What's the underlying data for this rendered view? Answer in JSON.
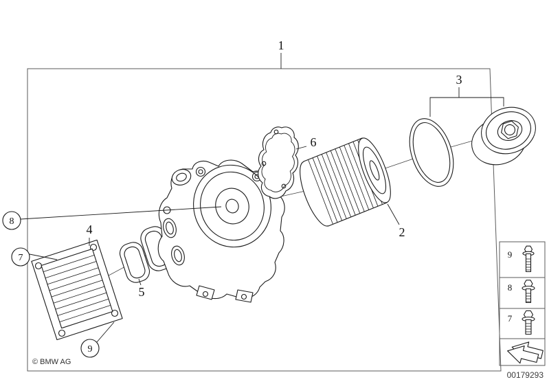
{
  "diagram": {
    "background": "#ffffff",
    "line_color": "#1a1a1a",
    "frame_color": "#5a5a5a"
  },
  "callouts": {
    "c1": "1",
    "c2": "2",
    "c3": "3",
    "c4": "4",
    "c5": "5",
    "c6": "6",
    "c7": "7",
    "c8": "8",
    "c9": "9"
  },
  "legend": {
    "rows": [
      {
        "label": "9",
        "icon": "stud-bolt-icon"
      },
      {
        "label": "8",
        "icon": "hex-flange-bolt-icon"
      },
      {
        "label": "7",
        "icon": "hex-flange-bolt-icon"
      }
    ],
    "continuation_icon": "continuation-arrow-icon"
  },
  "footer": {
    "copyright": "© BMW AG",
    "document_number": "00179293"
  }
}
